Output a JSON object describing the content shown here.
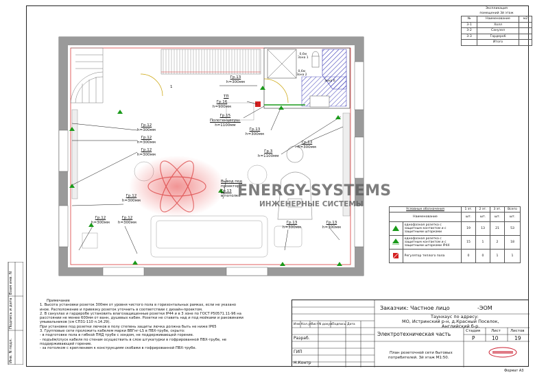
{
  "spec_table": {
    "title_line1": "Экспликация",
    "title_line2": "помещений 3й этаж",
    "headers": [
      "№",
      "Наименование",
      "м2"
    ],
    "rows": [
      {
        "num": "3-1",
        "name": "Холл",
        "area": ""
      },
      {
        "num": "3-2",
        "name": "Санузел",
        "area": ""
      },
      {
        "num": "3-3",
        "name": "Гардероб",
        "area": ""
      },
      {
        "num": "",
        "name": "Итого",
        "area": ""
      }
    ]
  },
  "plan": {
    "room_number": "1",
    "zone_1": "0,6м\nЗона 1",
    "zone_2": "0,6м\nЗона 2",
    "zone_0": "Зона 0",
    "labels": {
      "g13_a": {
        "group": "Гр.13",
        "height": "h=300мм"
      },
      "tp": {
        "group": "ТП",
        "height": ""
      },
      "g16": {
        "group": "Гр.16",
        "height": "h=900мм"
      },
      "g15": {
        "group": "Гр.15",
        "sub": "Полотенцесуш.",
        "height": "h=1100мм"
      },
      "g13_b": {
        "group": "Гр.13",
        "height": "h=300мм"
      },
      "g3": {
        "group": "Гр.3",
        "height": "h=1100мм"
      },
      "g13_c": {
        "group": "Гр.13",
        "height": "h=300мм"
      },
      "g12_a": {
        "group": "Гр.12",
        "height": "h=300мм"
      },
      "g12_b": {
        "group": "Гр.12",
        "height": "h=300мм"
      },
      "g12_c": {
        "group": "Гр.12",
        "height": "h=300мм"
      },
      "projector": {
        "line1": "Вывод под",
        "line2": "проектор",
        "group": "Гр.13",
        "height": "в потолке"
      },
      "g12_d": {
        "group": "Гр.12",
        "height": "h=300мм"
      },
      "g12_e": {
        "group": "Гр.12",
        "height": "h=300мм"
      },
      "g12_f": {
        "group": "Гр.12",
        "height": "h=300мм"
      },
      "g13_d": {
        "group": "Гр.13",
        "height": "h=300мм"
      },
      "g13_e": {
        "group": "Гр.13",
        "height": "h=300мм"
      }
    }
  },
  "watermark": {
    "brand": "ENERGY-SYSTEMS",
    "subtitle": "ИНЖЕНЕРНЫЕ СИСТЕМЫ"
  },
  "legend": {
    "title": "Условные обозначения",
    "col_headers": [
      "1 эт.",
      "2 эт.",
      "3 эт.",
      "Всего"
    ],
    "sub_headers": [
      "Наименование",
      "шт.",
      "шт.",
      "шт.",
      "шт."
    ],
    "rows": [
      {
        "icon": "socket-icon",
        "name": "однофазная розетка с защитным контактом и с защитными шторками",
        "v1": "19",
        "v2": "13",
        "v3": "21",
        "total": "53"
      },
      {
        "icon": "socket-ip44-icon",
        "name": "однофазная розетка с защитным контактом и с защитными шторками IP44",
        "v1": "15",
        "v2": "1",
        "v3": "2",
        "total": "18"
      },
      {
        "icon": "floor-heating-icon",
        "name": "Регулятор теплого пола",
        "v1": "0",
        "v2": "0",
        "v3": "1",
        "total": "1"
      }
    ]
  },
  "notes": {
    "title": "Примечание",
    "lines": [
      "1.  Высота установки розеток 300мм от уровня чистого пола в горизонтальных рамках, если не указано",
      "иное. Расположение и привязку розеток уточнить в соответствии с дизайн-проектом.",
      "2.  В санузлах и гардеробе установить влагозащищенные розетки IP44 и в 3 зоне по ГОСТ Р50571.11-96 на",
      "расстоянии не менее 600мм от ванн, душевых кабин. Розетки не ставить над и под мойками и раковинами",
      "умывальников (см СП31-110 п.14.29).",
      "При установке под розетки лючков в полу степень защиты лючка должна быть не ниже IP65",
      "3.  Групповые сети проложить кабелем марки ВВГнг-LS в ПВХ-трубе, скрыто:",
      "-   в подготовке пола в гибкой ПНД трубе с зондом, не поддерживающей горение.",
      "-   подъём/спуск кабеля по стенам осуществить в слое штукатурки в гофрированной ПВХ-трубе, не",
      "поддерживающей горение.",
      "-   за потолком с креплением к конструкциям скобами в гофрированной ПВХ-трубе."
    ]
  },
  "stamp": {
    "customer": "Заказчик: Частное лицо",
    "code": "-ЭОМ",
    "address1": "Таунхаус по адресу:",
    "address2": "МО, Истринский р-н, д.Красный Поселок,",
    "address3": "Английский б-р.",
    "header_cells": [
      "Изм.",
      "Кол.уч",
      "Лист",
      "N докум.",
      "Подпись",
      "Дата"
    ],
    "razrab": "Разраб.",
    "gip": "ГИП",
    "nkontr": "Н.Контр",
    "section": "Электротехническая часть",
    "stage_label": "Стадия",
    "sheet_label": "Лист",
    "sheets_label": "Листов",
    "stage": "Р",
    "sheet": "10",
    "sheets": "19",
    "drawing_title1": "План розеточной сети бытовых",
    "drawing_title2": "потребителей. 3й этаж М1:50.",
    "format": "Формат А3"
  },
  "side_strip": [
    "Инв. N подл.",
    "Подпись и дата",
    "Взам инв. N"
  ]
}
